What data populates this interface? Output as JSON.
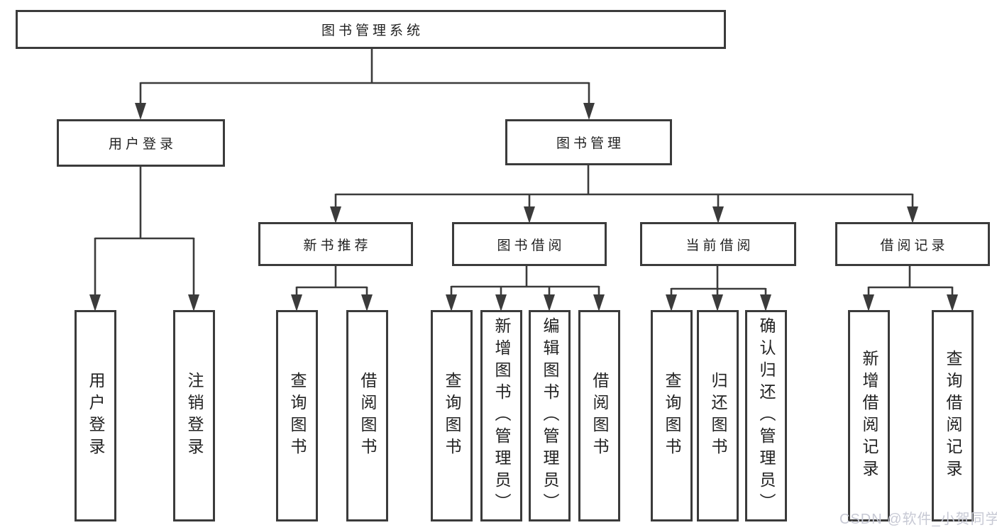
{
  "tree": {
    "label": "图书管理系统",
    "children": [
      {
        "label": "用户登录",
        "children": [
          {
            "label": "用户登录"
          },
          {
            "label": "注销登录"
          }
        ]
      },
      {
        "label": "图书管理",
        "children": [
          {
            "label": "新书推荐",
            "children": [
              {
                "label": "查询图书"
              },
              {
                "label": "借阅图书"
              }
            ]
          },
          {
            "label": "图书借阅",
            "children": [
              {
                "label": "查询图书"
              },
              {
                "label": "新增图书（管理员）"
              },
              {
                "label": "编辑图书（管理员）"
              },
              {
                "label": "借阅图书"
              }
            ]
          },
          {
            "label": "当前借阅",
            "children": [
              {
                "label": "查询图书"
              },
              {
                "label": "归还图书"
              },
              {
                "label": "确认归还（管理员）"
              }
            ]
          },
          {
            "label": "借阅记录",
            "children": [
              {
                "label": "新增借阅记录"
              },
              {
                "label": "查询借阅记录"
              }
            ]
          }
        ]
      }
    ]
  },
  "watermark": {
    "text": "CSDN @软件_小贺同学"
  },
  "colors": {
    "line": "#3b3b3b",
    "text": "#222222",
    "watermark": "#c7c9d4",
    "background": "#ffffff"
  }
}
